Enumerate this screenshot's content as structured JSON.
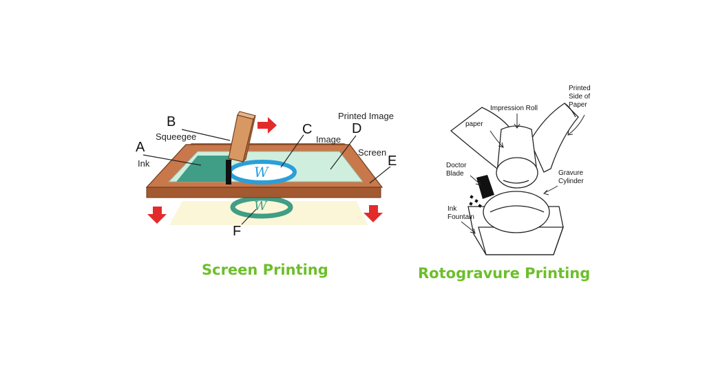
{
  "colors": {
    "accent_green": "#6cbf2a",
    "frame_wood": "#b5683c",
    "ink_teal": "#3f9e85",
    "arrow_red": "#e32b2b",
    "image_blue": "#2a9fd8"
  },
  "screen_printing": {
    "caption": "Screen Printing",
    "labels": {
      "a": "A",
      "ink": "Ink",
      "b": "B",
      "squeegee": "Squeegee",
      "c": "C",
      "image": "Image",
      "d": "D",
      "printed_image": "Printed Image",
      "e": "E",
      "screen": "Screen",
      "f": "F"
    },
    "logo_glyph": "W"
  },
  "rotogravure": {
    "caption": "Rotogravure Printing",
    "labels": {
      "impression_roll": "Impression Roll",
      "printed_side": "Printed\nSide of\nPaper",
      "paper": "paper",
      "doctor_blade": "Doctor\nBlade",
      "gravure_cylinder": "Gravure\nCylinder",
      "ink_fountain": "Ink\nFountain"
    }
  }
}
